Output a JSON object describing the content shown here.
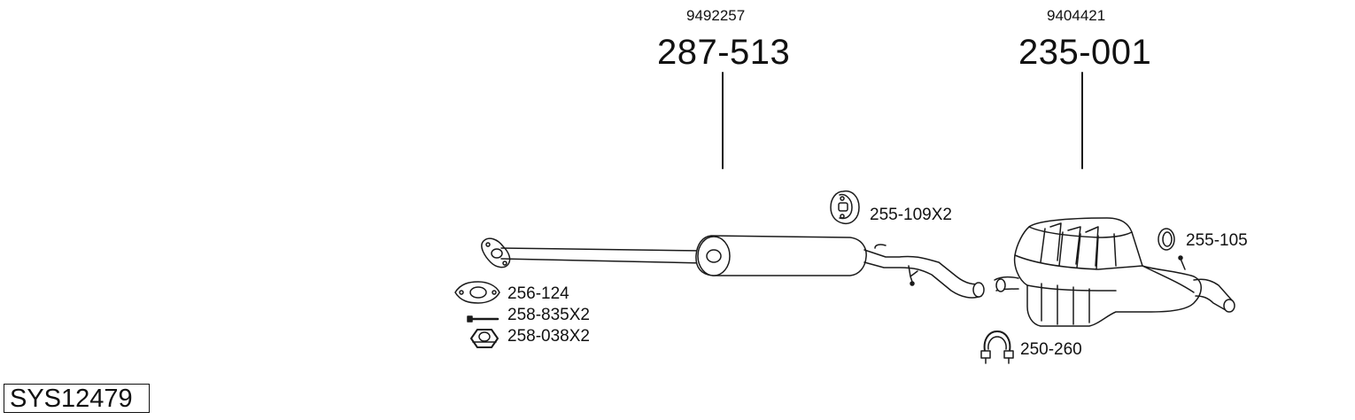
{
  "system": {
    "id": "SYS12479"
  },
  "assemblies": [
    {
      "oem": "9492257",
      "part": "287-513"
    },
    {
      "oem": "9404421",
      "part": "235-001"
    }
  ],
  "parts": [
    {
      "part": "255-109X2"
    },
    {
      "part": "255-105"
    },
    {
      "part": "256-124"
    },
    {
      "part": "258-835X2"
    },
    {
      "part": "258-038X2"
    },
    {
      "part": "250-260"
    }
  ],
  "colors": {
    "line": "#1a1a1a",
    "fill": "#ffffff"
  }
}
